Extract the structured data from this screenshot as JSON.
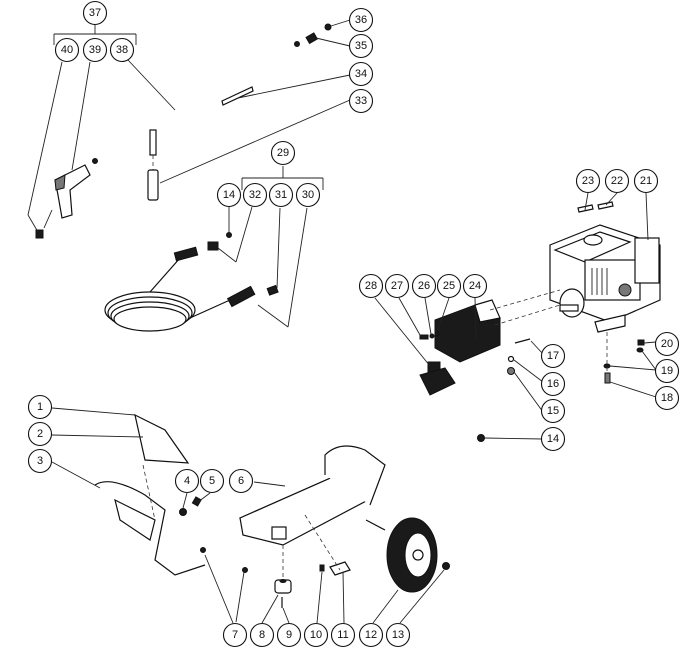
{
  "title": "Pressure washer exploded parts diagram",
  "callouts": {
    "c1": "1",
    "c2": "2",
    "c3": "3",
    "c4": "4",
    "c5": "5",
    "c6": "6",
    "c7": "7",
    "c8": "8",
    "c9": "9",
    "c10": "10",
    "c11": "11",
    "c12": "12",
    "c13": "13",
    "c14a": "14",
    "c14b": "14",
    "c15": "15",
    "c16": "16",
    "c17": "17",
    "c18": "18",
    "c19": "19",
    "c20": "20",
    "c21": "21",
    "c22": "22",
    "c23": "23",
    "c24": "24",
    "c25": "25",
    "c26": "26",
    "c27": "27",
    "c28": "28",
    "c29": "29",
    "c30": "30",
    "c31": "31",
    "c32": "32",
    "c33": "33",
    "c34": "34",
    "c35": "35",
    "c36": "36",
    "c37": "37",
    "c38": "38",
    "c39": "39",
    "c40": "40"
  },
  "groups": {
    "gun_assembly": {
      "parent": "37",
      "children": [
        "40",
        "39",
        "38"
      ]
    },
    "hose_assembly": {
      "parent": "29",
      "children": [
        "32",
        "31",
        "30"
      ]
    }
  }
}
